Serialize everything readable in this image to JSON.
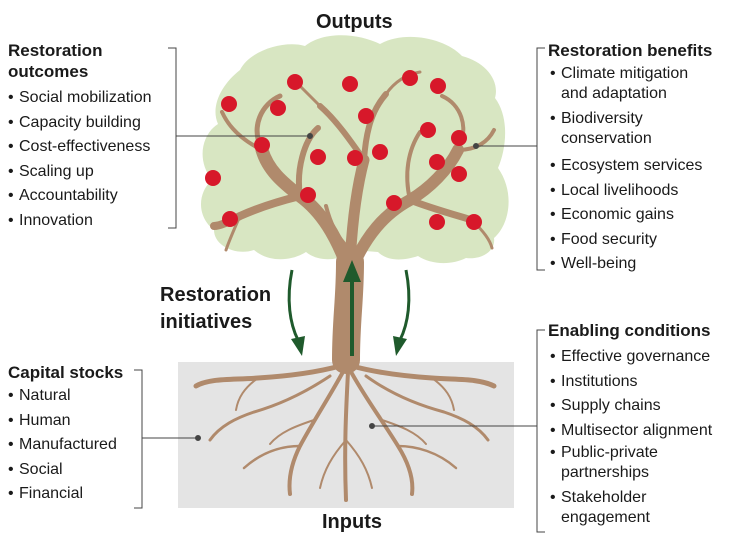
{
  "titles": {
    "outputs": "Outputs",
    "inputs": "Inputs",
    "center": "Restoration\ninitiatives"
  },
  "restoration_outcomes": {
    "title": "Restoration\noutcomes",
    "items": [
      "Social mobilization",
      "Capacity building",
      "Cost-effectiveness",
      "Scaling up",
      "Accountability",
      "Innovation"
    ]
  },
  "restoration_benefits": {
    "title": "Restoration benefits",
    "items": [
      "Climate mitigation\nand adaptation",
      "Biodiversity\nconservation",
      "Ecosystem services",
      "Local livelihoods",
      "Economic gains",
      "Food security",
      "Well-being"
    ]
  },
  "capital_stocks": {
    "title": "Capital stocks",
    "items": [
      "Natural",
      "Human",
      "Manufactured",
      "Social",
      "Financial"
    ]
  },
  "enabling_conditions": {
    "title": "Enabling conditions",
    "items": [
      "Effective governance",
      "Institutions",
      "Supply chains",
      "Multisector alignment",
      "Public-private\npartnerships",
      "Stakeholder\nengagement"
    ]
  },
  "colors": {
    "canopy": "#d8e6c2",
    "trunk": "#b08a6c",
    "fruit": "#d7182a",
    "ground": "#e4e4e4",
    "arrow": "#1f5a2c"
  },
  "icons": {
    "up_arrow": "green-up-arrow-icon",
    "down_arrow": "green-curved-down-arrow-icon",
    "fruit": "red-fruit-icon"
  }
}
